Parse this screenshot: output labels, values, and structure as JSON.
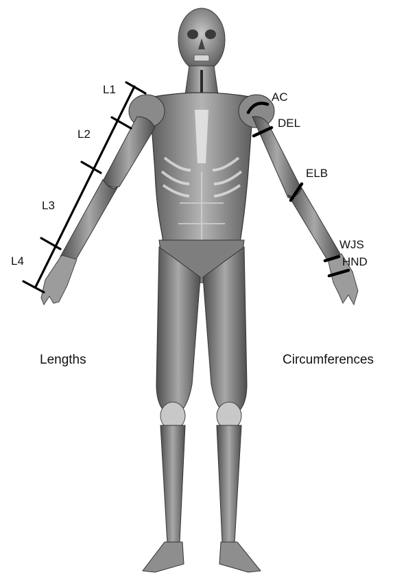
{
  "length_labels": [
    "L1",
    "L2",
    "L3",
    "L4"
  ],
  "circumference_labels": [
    "AC",
    "DEL",
    "ELB",
    "WJS",
    "HND"
  ],
  "captions": {
    "lengths": "Lengths",
    "circumferences": "Circumferences"
  }
}
